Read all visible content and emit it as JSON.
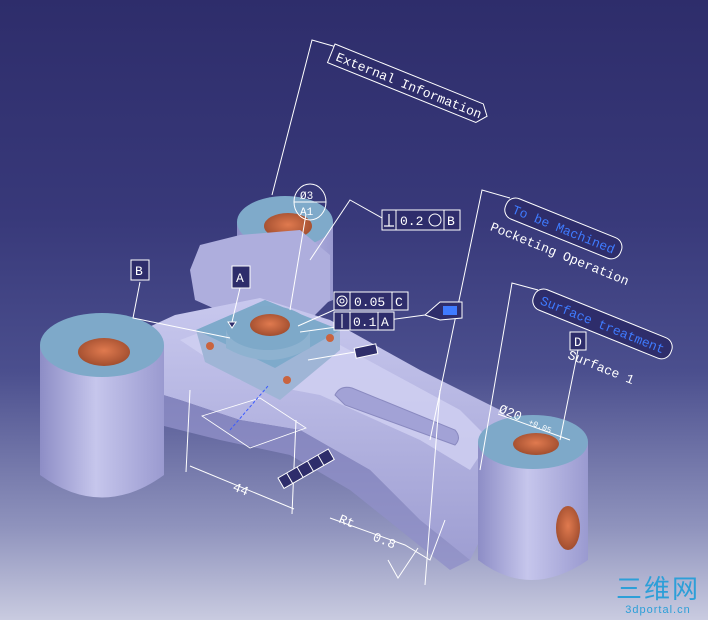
{
  "annotations": {
    "external_information": "External Information",
    "to_be_machined": "To be Machined",
    "pocketing_operation": "Pocketing Operation",
    "surface_treatment": "Surface treatment",
    "surface_1": "Surface 1",
    "datum_a": "A",
    "datum_b": "B",
    "datum_d": "D",
    "hole_callout_top": "Ø3",
    "hole_callout_bottom": "A1",
    "perp_tolerance": "0.2",
    "perp_datum": "B",
    "concentricity_value": "0.05",
    "concentricity_datum": "C",
    "position_value": "0.1",
    "position_datum": "A",
    "dimension_44": "44",
    "diameter_20": "Ø20",
    "diameter_tolerance": "+0.05",
    "roughness_label": "Rt",
    "roughness_value": "0.8"
  },
  "colors": {
    "part_body": "#b8b8e4",
    "part_shadow": "#8b8bc4",
    "boss_top": "#7ea9c9",
    "bore": "#c9643f",
    "annotation_line": "#ffffff",
    "blue_text": "#2f6df0"
  },
  "watermark": {
    "logo": "三维网",
    "url": "3dportal.cn"
  }
}
